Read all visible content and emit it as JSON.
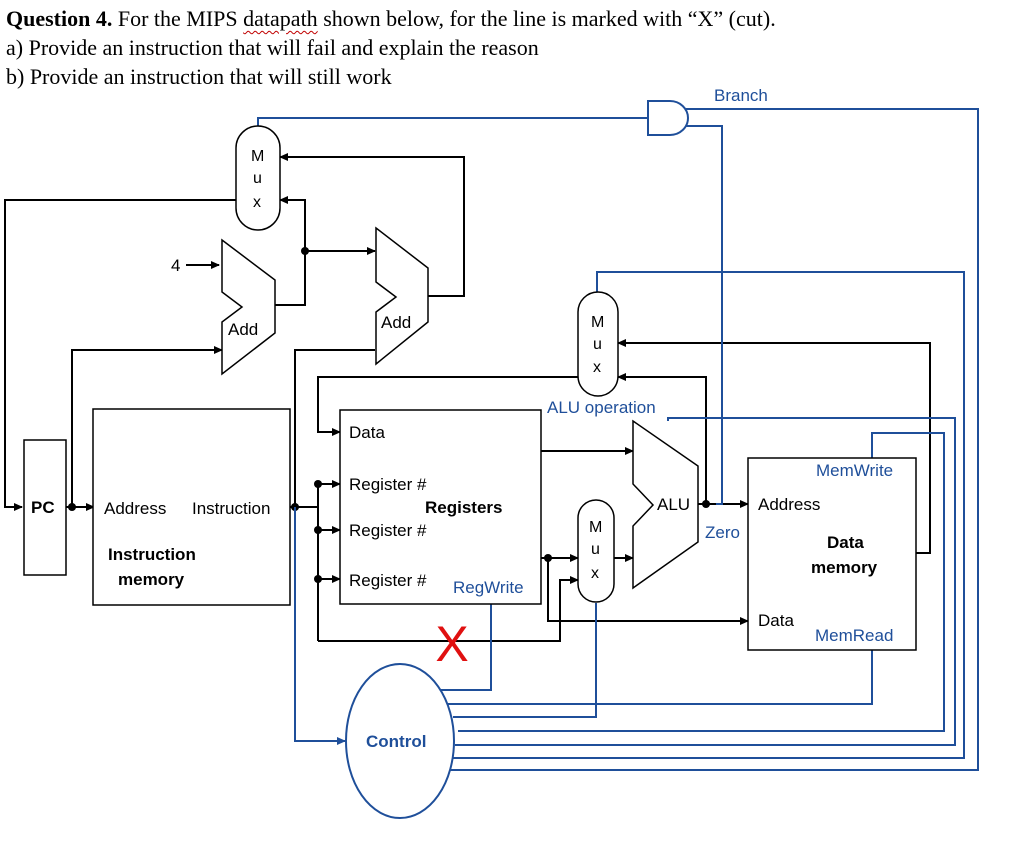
{
  "question": {
    "title": "Question 4.",
    "intro_before": " For the MIPS ",
    "intro_squiggle": "datapath",
    "intro_after": " shown below, for the line is marked with “X” (cut).",
    "part_a": "a) Provide an instruction that will fail and explain the reason",
    "part_b": "b) Provide an instruction that will still work"
  },
  "diagram": {
    "colors": {
      "datapath": "#000000",
      "control": "#1f4f9a",
      "cut_mark": "#e01010"
    },
    "labels": {
      "branch": "Branch",
      "four": "4",
      "add_pc": "Add",
      "add_branch": "Add",
      "pc": "PC",
      "im_address": "Address",
      "im_instruction": "Instruction",
      "im_title_1": "Instruction",
      "im_title_2": "memory",
      "reg_data": "Data",
      "reg_num_1": "Register #",
      "reg_num_2": "Register #",
      "reg_num_3": "Register #",
      "registers": "Registers",
      "regwrite": "RegWrite",
      "alu_operation": "ALU operation",
      "alu": "ALU",
      "zero": "Zero",
      "dm_memwrite": "MemWrite",
      "dm_address": "Address",
      "dm_title_1": "Data",
      "dm_title_2": "memory",
      "dm_data": "Data",
      "dm_memread": "MemRead",
      "control": "Control",
      "mux_m": "M",
      "mux_u": "u",
      "mux_x": "x",
      "cut": "X"
    }
  }
}
